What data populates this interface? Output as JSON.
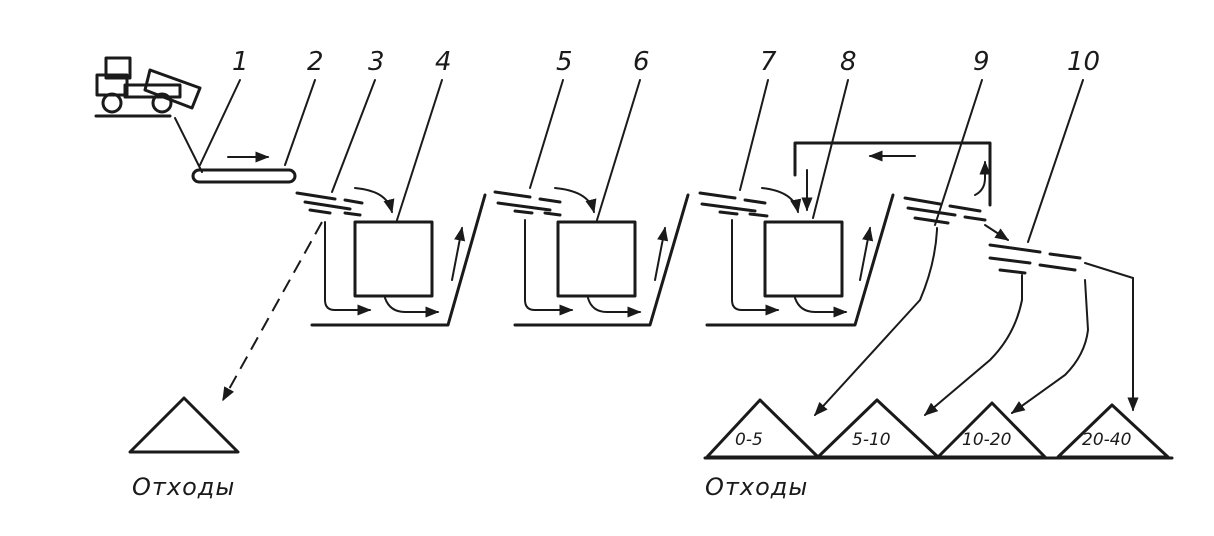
{
  "callouts": [
    "1",
    "2",
    "3",
    "4",
    "5",
    "6",
    "7",
    "8",
    "9",
    "10"
  ],
  "waste_label_left": "Отходы",
  "waste_label_right": "Отходы",
  "fractions": [
    "0-5",
    "5-10",
    "10-20",
    "20-40"
  ]
}
